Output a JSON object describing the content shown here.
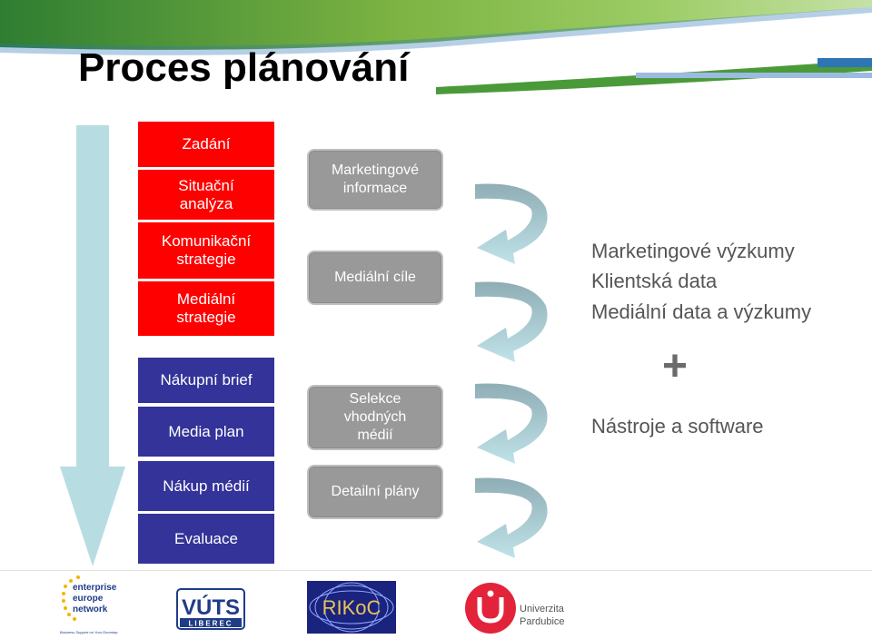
{
  "slide": {
    "title": "Proces plánování"
  },
  "stages": [
    {
      "label": "Zadání"
    },
    {
      "label": "Situační\nanalýza"
    },
    {
      "label": "Komunikační\nstrategie"
    },
    {
      "label": "Mediální\nstrategie"
    },
    {
      "label": "Nákupní brief"
    },
    {
      "label": "Media plan"
    },
    {
      "label": "Nákup médií"
    },
    {
      "label": "Evaluace"
    }
  ],
  "outputs": [
    {
      "label": "Marketingové\ninformace"
    },
    {
      "label": "Mediální cíle"
    },
    {
      "label": "Selekce\nvhodných\nmédií"
    },
    {
      "label": "Detailní plány"
    }
  ],
  "sources": {
    "items": [
      "Marketingové výzkumy",
      "Klientská data",
      "Mediální data a výzkumy"
    ],
    "plus": "+",
    "tools": "Nástroje a software"
  },
  "logos": {
    "een": {
      "line1": "enterprise",
      "line2": "europe",
      "line3": "network",
      "tagline": "Business Support on Your Doorstep"
    },
    "vuts": {
      "main": "VÚTS",
      "sub": "LIBEREC"
    },
    "rikoc": {
      "text": "RIKoC"
    },
    "upce": {
      "line1": "Univerzita",
      "line2": "Pardubice"
    }
  },
  "colors": {
    "stage_red": "#ff0000",
    "stage_blue": "#333399",
    "output_gray": "#999999",
    "flow_arrow": "#b7dde2",
    "curve_arrow_top": "#8fadb5",
    "curve_arrow_bottom": "#bfe3e8",
    "header_green": "#8cc63f",
    "header_blue": "#2e75b6"
  }
}
